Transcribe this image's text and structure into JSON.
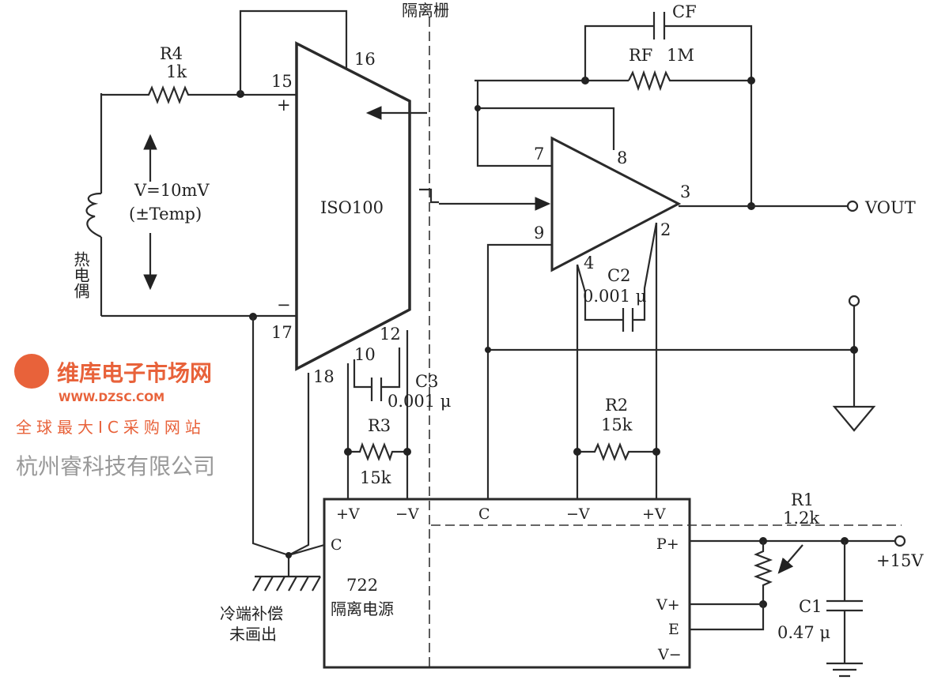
{
  "barrier_label": "隔离栅",
  "thermocouple_label": "热电偶",
  "voltage_label": "V=10mV",
  "temp_label": "(±Temp)",
  "r4": {
    "name": "R4",
    "value": "1k"
  },
  "iso": {
    "name": "ISO100",
    "pins": {
      "p15": "15",
      "p16": "16",
      "p17": "17",
      "p18": "18",
      "p10": "10",
      "p12": "12",
      "plus": "+",
      "minus": "−"
    }
  },
  "opamp": {
    "pins": {
      "p7": "7",
      "p8": "8",
      "p9": "9",
      "p3": "3",
      "p2": "2",
      "p4": "4"
    }
  },
  "cf": {
    "name": "CF"
  },
  "rf": {
    "name": "RF",
    "value": "1M"
  },
  "c2": {
    "name": "C2",
    "value": "0.001 μ"
  },
  "c3": {
    "name": "C3",
    "value": "0.001 μ"
  },
  "r2": {
    "name": "R2",
    "value": "15k"
  },
  "r3": {
    "name": "R3",
    "value": "15k"
  },
  "r1": {
    "name": "R1",
    "value": "1.2k"
  },
  "c1": {
    "name": "C1",
    "value": "0.47 μ"
  },
  "vout": "VOUT",
  "supply": "+15V",
  "psu": {
    "name": "722",
    "desc": "隔离电源",
    "pins": {
      "pv_l": "+V",
      "nv_l": "−V",
      "c_top": "C",
      "nv_r": "−V",
      "pv_r": "+V",
      "c_left": "C",
      "p_plus": "P+",
      "v_plus": "V+",
      "e": "E",
      "v_minus": "V−"
    }
  },
  "cold_junction": [
    "冷端补偿",
    "未画出"
  ],
  "watermark": {
    "brand": "维库电子市场网",
    "url": "WWW.DZSC.COM",
    "slogan": "全球最大IC采购网站",
    "company": "杭州睿科技有限公司"
  }
}
